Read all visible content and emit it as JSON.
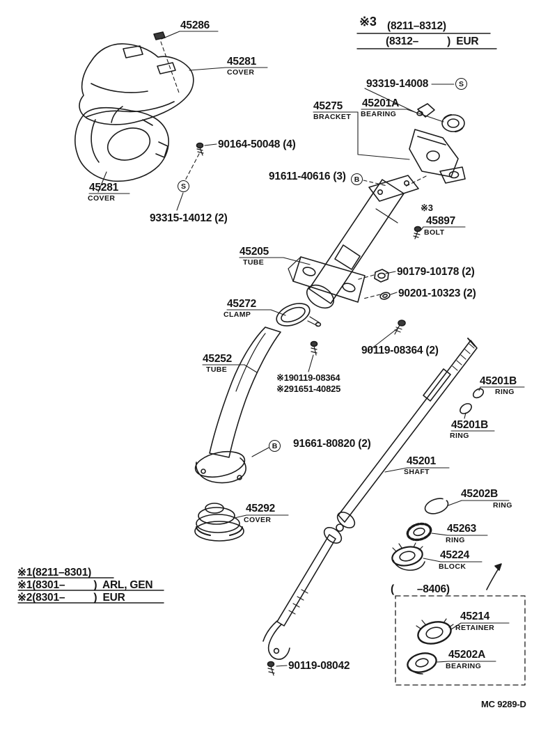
{
  "page": {
    "code": "MC 9289-D"
  },
  "top_note": {
    "star": "※3",
    "line1": "(8211–8312)",
    "line2": "(8312–          )  EUR"
  },
  "legend": [
    {
      "star": "※1",
      "text": "(8211–8301)"
    },
    {
      "star": "※1",
      "text": "(8301–          )  ARL, GEN"
    },
    {
      "star": "※2",
      "text": "(8301–          )  EUR"
    }
  ],
  "inset": {
    "range": "(        –8406)"
  },
  "symbols": {
    "screw": "S",
    "bolt": "B"
  },
  "parts": [
    {
      "num": "45286",
      "name": ""
    },
    {
      "num": "45281",
      "name": "COVER"
    },
    {
      "num": "93319-14008",
      "name": ""
    },
    {
      "num": "45275",
      "name": "BRACKET"
    },
    {
      "num": "45201A",
      "name": "BEARING"
    },
    {
      "num": "90164-50048 (4)",
      "name": ""
    },
    {
      "num": "91611-40616 (3)",
      "name": ""
    },
    {
      "num": "45281",
      "name": "COVER"
    },
    {
      "num": "93315-14012 (2)",
      "name": ""
    },
    {
      "star": "※3",
      "num": "45897",
      "name": "BOLT"
    },
    {
      "num": "45205",
      "name": "TUBE"
    },
    {
      "num": "90179-10178 (2)",
      "name": ""
    },
    {
      "num": "90201-10323 (2)",
      "name": ""
    },
    {
      "num": "45272",
      "name": "CLAMP"
    },
    {
      "num": "90119-08364 (2)",
      "name": ""
    },
    {
      "num": "45252",
      "name": "TUBE"
    },
    {
      "star": "※1",
      "num": "90119-08364",
      "name": ""
    },
    {
      "star": "※2",
      "num": "91651-40825",
      "name": ""
    },
    {
      "num": "45201B",
      "name": "RING"
    },
    {
      "num": "45201B",
      "name": "RING"
    },
    {
      "num": "91661-80820 (2)",
      "name": ""
    },
    {
      "num": "45201",
      "name": "SHAFT"
    },
    {
      "num": "45292",
      "name": "COVER"
    },
    {
      "num": "45202B",
      "name": "RING"
    },
    {
      "num": "45263",
      "name": "RING"
    },
    {
      "num": "45224",
      "name": "BLOCK"
    },
    {
      "num": "45214",
      "name": "RETAINER"
    },
    {
      "num": "45202A",
      "name": "BEARING"
    },
    {
      "num": "90119-08042",
      "name": ""
    }
  ]
}
